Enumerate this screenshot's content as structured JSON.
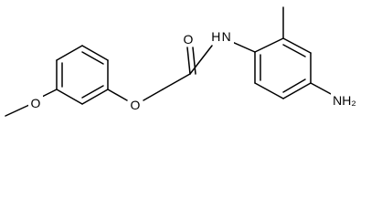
{
  "molecule": {
    "atom_labels": {
      "amide_oxygen": "O",
      "amide_nitrogen": "H N",
      "ether_oxygen": "O",
      "methoxy_oxygen": "O",
      "amine": "NH₂"
    },
    "colors": {
      "bond": "#000000",
      "label": "#000000",
      "background": "#ffffff"
    }
  }
}
